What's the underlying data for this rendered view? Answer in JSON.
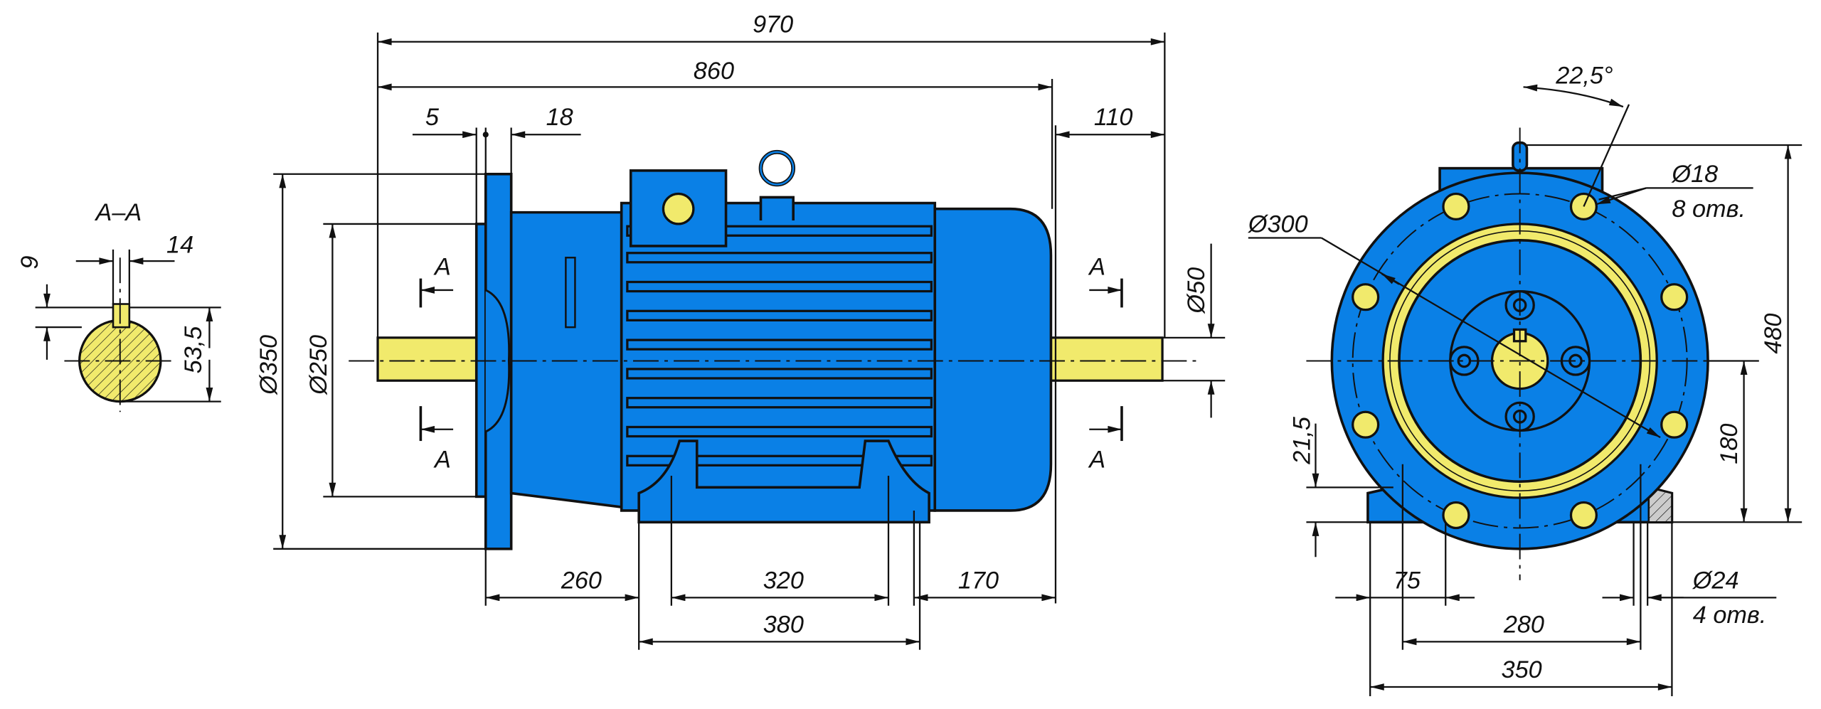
{
  "colors": {
    "body": "#0a80e6",
    "shaft": "#f1ea6c",
    "line": "#111111"
  },
  "section": {
    "title": "A–A",
    "key_height": "9",
    "key_width": "14",
    "depth": "53,5"
  },
  "side_view": {
    "section_marks": [
      "A",
      "A",
      "A",
      "A"
    ],
    "dims": {
      "overall": "970",
      "body": "860",
      "flange_gap": "5",
      "flange_thick": "18",
      "shaft_len": "110",
      "flange_dia": "Ø350",
      "spigot_dia": "Ø250",
      "shaft_dia": "Ø50",
      "d260": "260",
      "d320": "320",
      "d170": "170",
      "d380": "380"
    }
  },
  "front_view": {
    "dims": {
      "angle": "22,5°",
      "hole_dia": "Ø18",
      "hole_count": "8 отв.",
      "pcd": "Ø300",
      "height": "480",
      "axis_height": "180",
      "foot_thick": "21,5",
      "d75": "75",
      "d280": "280",
      "d350": "350",
      "foot_hole": "Ø24",
      "foot_hole_count": "4 отв."
    }
  }
}
